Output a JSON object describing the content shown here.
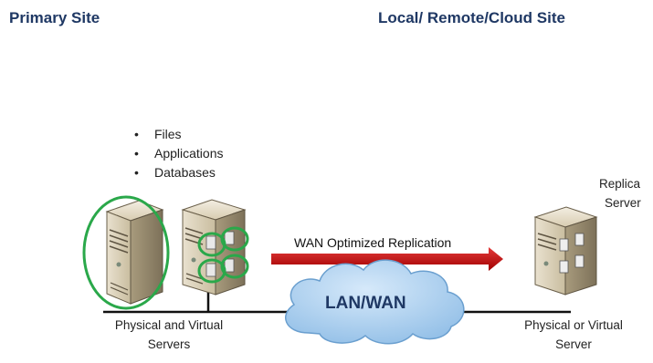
{
  "primary_site": {
    "title": "Primary Site"
  },
  "remote_site": {
    "title": "Local/ Remote/Cloud Site"
  },
  "data_items": [
    "Files",
    "Applications",
    "Databases"
  ],
  "replication": {
    "label": "WAN Optimized Replication",
    "arrow_color": "#c00000"
  },
  "network": {
    "label": "LAN/WAN",
    "cloud_fill": "#a9cdee"
  },
  "primary_servers": {
    "caption_line1": "Physical and Virtual",
    "caption_line2": "Servers",
    "highlight_color": "#2aa84a"
  },
  "replica": {
    "label_line1": "Replica",
    "label_line2": "Server",
    "caption_line1": "Physical or Virtual",
    "caption_line2": "Server"
  },
  "icons": [
    "physical-server-icon",
    "virtual-server-icon",
    "replica-server-icon",
    "cloud-icon",
    "arrow-icon"
  ]
}
